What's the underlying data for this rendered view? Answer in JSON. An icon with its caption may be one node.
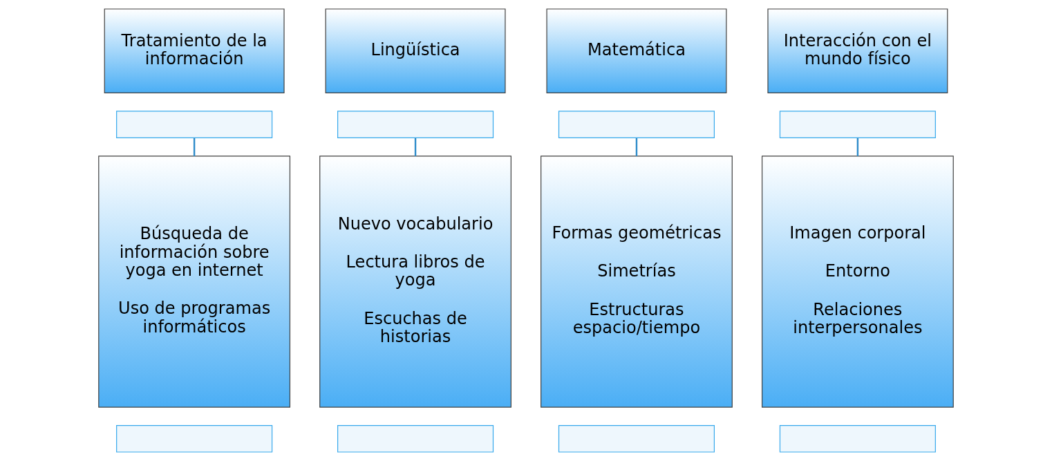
{
  "diagram": {
    "nodes": [
      {
        "text": [
          "Tratamiento de la información"
        ]
      },
      {
        "text": [],
        "shape": "box"
      },
      {
        "text": [
          "Lingüística"
        ]
      },
      {
        "text": [],
        "shape": "box"
      },
      {
        "text": [
          "Matemática"
        ]
      },
      {
        "text": [],
        "shape": "box"
      },
      {
        "text": [
          "Interacción con el mundo físico"
        ]
      },
      {
        "text": [],
        "shape": "box"
      },
      {
        "text": [
          "Búsqueda de información sobre yoga en internet",
          "Uso de programas informáticos"
        ]
      },
      {
        "text": [],
        "shape": "box"
      },
      {
        "text": [
          "Nuevo vocabulario",
          "Lectura libros de yoga",
          "Escuchas de historias"
        ]
      },
      {
        "text": [],
        "shape": "box"
      },
      {
        "text": [
          "Formas geométricas",
          "Simetrías",
          "Estructuras espacio/tiempo"
        ]
      },
      {
        "text": [],
        "shape": "box"
      },
      {
        "text": [
          "Imagen corporal",
          "Entorno",
          "Relaciones interpersonales"
        ]
      },
      {
        "text": [],
        "shape": "box"
      }
    ],
    "edges": [
      {
        "from": 1,
        "to": 8,
        "arrow": "none"
      },
      {
        "from": 3,
        "to": 10,
        "arrow": "none"
      },
      {
        "from": 5,
        "to": 12,
        "arrow": "none"
      },
      {
        "from": 7,
        "to": 14,
        "arrow": "none"
      }
    ]
  }
}
